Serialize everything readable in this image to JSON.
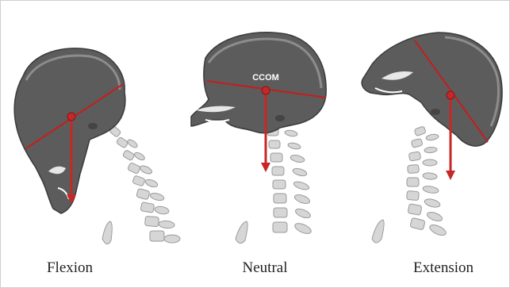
{
  "panels": [
    {
      "label": "Flexion"
    },
    {
      "label": "Neutral"
    },
    {
      "label": "Extension"
    }
  ],
  "annotation": {
    "ccom": "CCOM"
  },
  "colors": {
    "skull": "#5c5c5c",
    "skull_outline": "#3a3a3a",
    "skull_highlight": "#8c8c8c",
    "vertebra": "#d6d6d6",
    "vertebra_outline": "#9a9a9a",
    "plane_line": "#c41e1e",
    "gravity_arrow": "#c62828"
  }
}
